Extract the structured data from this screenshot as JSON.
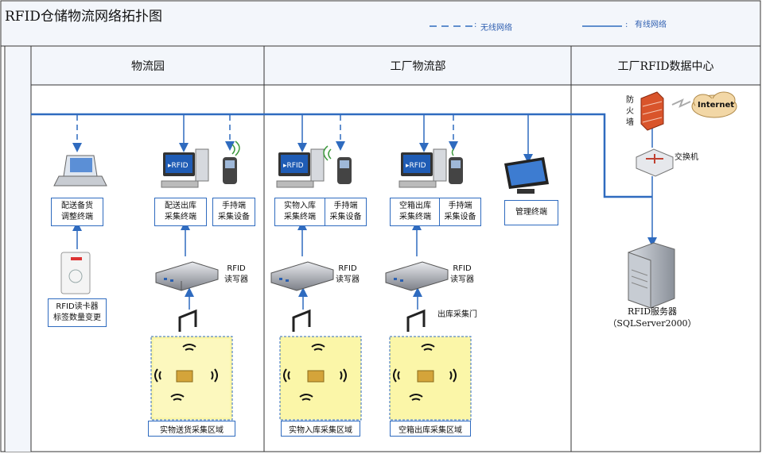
{
  "title": "RFID仓储物流网络拓扑图",
  "legend": {
    "wireless": "无线网络",
    "wired": "有线网络"
  },
  "columns": [
    "物流园",
    "工厂物流部",
    "工厂RFID数据中心"
  ],
  "terminals": {
    "peisong_beihuo": [
      "配送备货",
      "调整终端"
    ],
    "peisong_chuku": [
      "配送出库",
      "采集终端"
    ],
    "handheld_1": [
      "手持端",
      "采集设备"
    ],
    "shiwu_ruku": [
      "实物入库",
      "采集终端"
    ],
    "handheld_2": [
      "手持端",
      "采集设备"
    ],
    "kongxiang_chuku": [
      "空箱出库",
      "采集终端"
    ],
    "handheld_3": [
      "手持端",
      "采集设备"
    ],
    "guanli": "管理终端"
  },
  "card_reader": [
    "RFID读卡器",
    "标签数量变更"
  ],
  "rfid_reader_label": [
    "RFID",
    "读写器"
  ],
  "gate_label": "出库采集门",
  "zones": [
    "实物送货采集区域",
    "实物入库采集区域",
    "空箱出库采集区域"
  ],
  "datacenter": {
    "firewall": [
      "防",
      "火",
      "墙"
    ],
    "internet": "Internet",
    "switch": "交换机",
    "server": [
      "RFID服务器",
      "（SQLServer2000）"
    ]
  },
  "colors": {
    "line": "#2f6bbf",
    "header_bg": "#f3f6fb",
    "zone_fill": "#fbf6a8"
  }
}
